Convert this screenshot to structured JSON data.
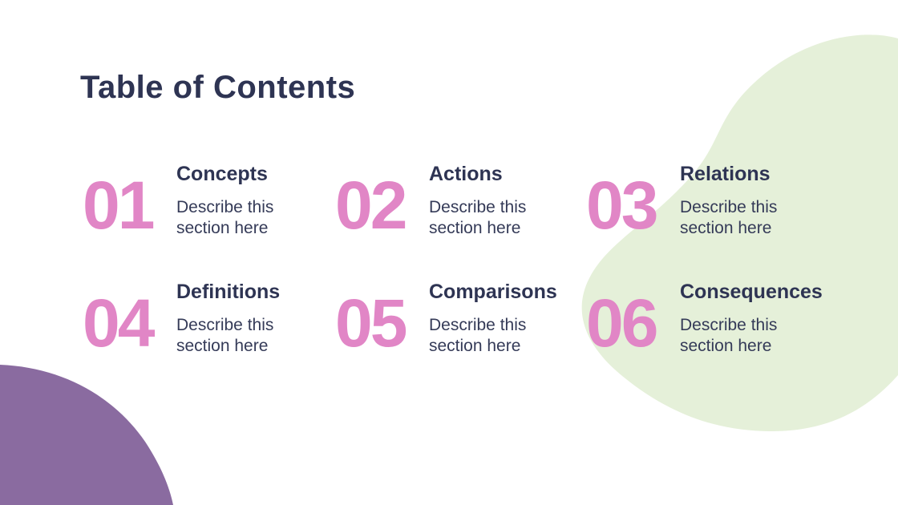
{
  "slide": {
    "title": "Table of Contents",
    "items": [
      {
        "number": "01",
        "title": "Concepts",
        "description": "Describe this section here"
      },
      {
        "number": "02",
        "title": "Actions",
        "description": "Describe this section here"
      },
      {
        "number": "03",
        "title": "Relations",
        "description": "Describe this section here"
      },
      {
        "number": "04",
        "title": "Definitions",
        "description": "Describe this section here"
      },
      {
        "number": "05",
        "title": "Comparisons",
        "description": "Describe this section here"
      },
      {
        "number": "06",
        "title": "Consequences",
        "description": "Describe this section here"
      }
    ],
    "colors": {
      "background": "#FFFFFF",
      "title_text": "#2E3453",
      "number_accent": "#E186C6",
      "body_text": "#353B58",
      "blob_green": "#E5F0D9",
      "blob_purple": "#8A6BA0"
    }
  }
}
